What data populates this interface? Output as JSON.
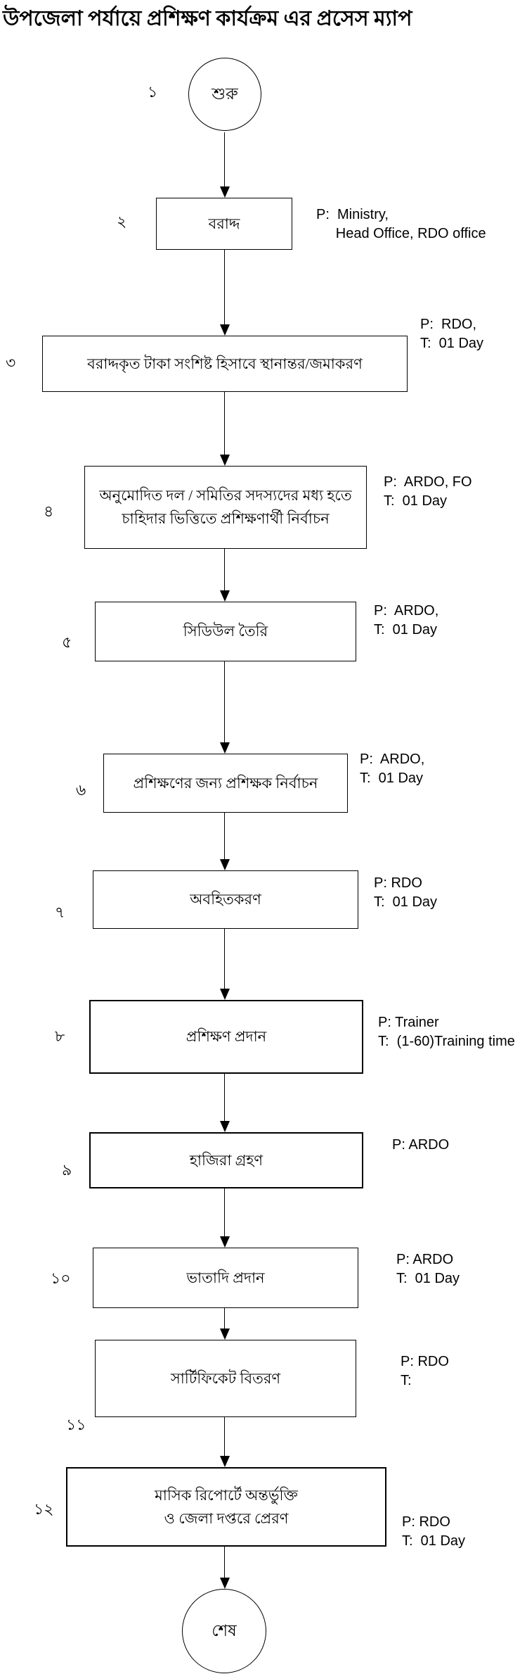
{
  "title": "উপজেলা পর্যায়ে প্রশিক্ষণ কার্যক্রম এর প্রসেস ম্যাপ",
  "colors": {
    "background": "#ffffff",
    "line": "#000000",
    "text": "#000000"
  },
  "flowchart": {
    "start": {
      "step_no": "১",
      "label": "শুরু",
      "shape": "circle"
    },
    "steps": [
      {
        "step_no": "২",
        "label": "বরাদ্দ",
        "annotation": "P:  Ministry,\n     Head Office, RDO office"
      },
      {
        "step_no": "৩",
        "label": "বরাদ্দকৃত টাকা সংশিষ্ট হিসাবে স্থানান্তর/জমাকরণ",
        "annotation": "P:  RDO,\nT:  01 Day"
      },
      {
        "step_no": "৪",
        "label": "অনুমোদিত দল / সমিতির সদস্যদের মধ্য হতে\nচাহিদার ভিত্তিতে প্রশিক্ষণার্থী নির্বাচন",
        "annotation": "P:  ARDO, FO\nT:  01 Day"
      },
      {
        "step_no": "৫",
        "label": "সিডিউল তৈরি",
        "annotation": "P:  ARDO,\nT:  01 Day"
      },
      {
        "step_no": "৬",
        "label": "প্রশিক্ষণের জন্য প্রশিক্ষক নির্বাচন",
        "annotation": "P:  ARDO,\nT:  01 Day"
      },
      {
        "step_no": "৭",
        "label": "অবহিতকরণ",
        "annotation": "P: RDO\nT:  01 Day"
      },
      {
        "step_no": "৮",
        "label": "প্রশিক্ষণ প্রদান",
        "annotation": "P: Trainer\nT:  (1-60)Training time"
      },
      {
        "step_no": "৯",
        "label": "হাজিরা গ্রহণ",
        "annotation": "P: ARDO"
      },
      {
        "step_no": "১০",
        "label": "ভাতাদি প্রদান",
        "annotation": "P: ARDO\nT:  01 Day"
      },
      {
        "step_no": "১১",
        "label": "সার্টিফিকেট বিতরণ",
        "annotation": "P: RDO\nT:"
      },
      {
        "step_no": "১২",
        "label": "মাসিক রিপোর্টে অন্তর্ভুক্তি\nও জেলা দপ্তরে প্রেরণ",
        "annotation": "P: RDO\nT:  01 Day"
      }
    ],
    "end": {
      "label": "শেষ",
      "shape": "circle"
    }
  }
}
